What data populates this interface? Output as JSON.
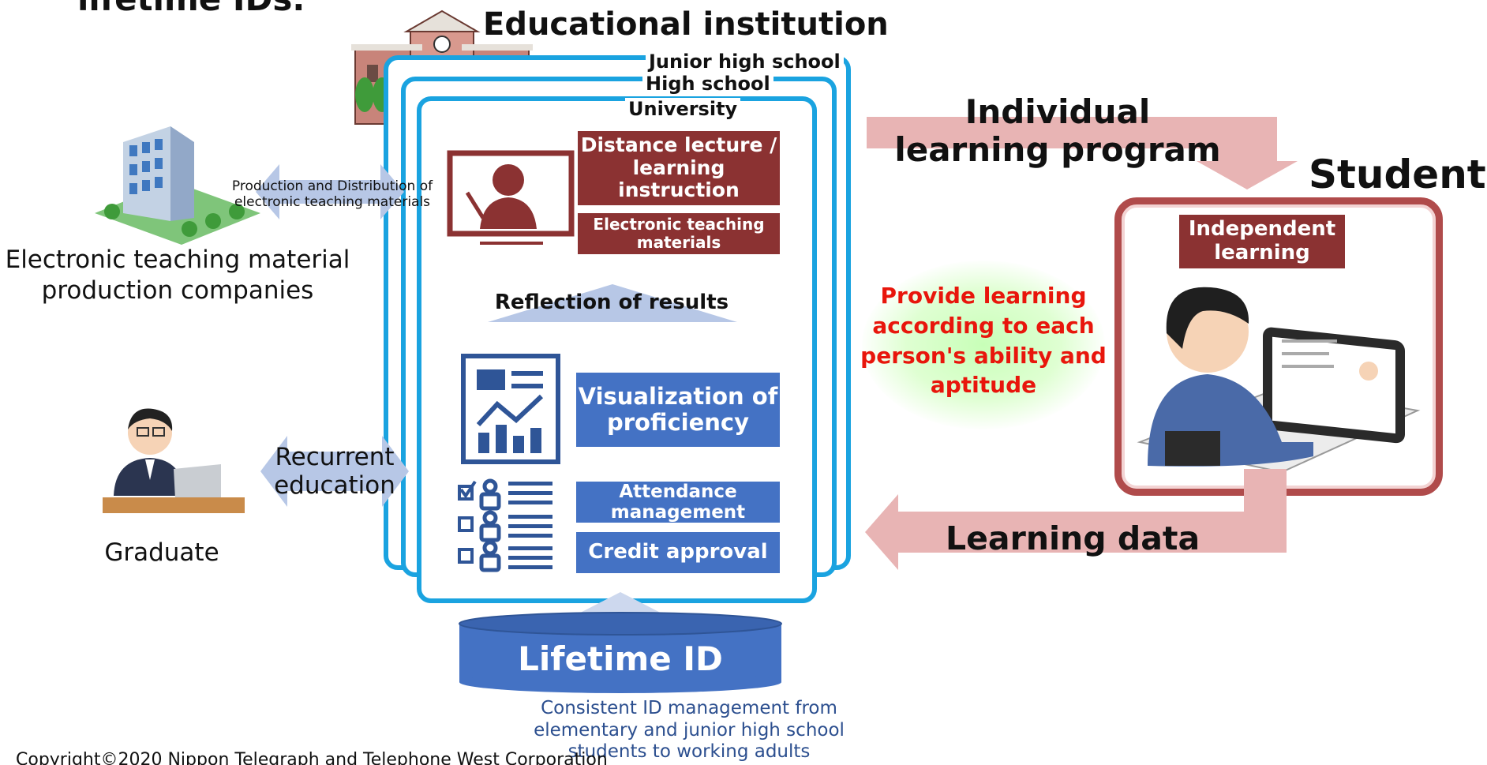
{
  "top_cut_heading": "lifetime IDs.",
  "institution": {
    "title": "Educational institution",
    "layers": [
      "Junior high school",
      "High school",
      "University"
    ]
  },
  "boxes": {
    "distance_lecture": "Distance lecture / learning instruction",
    "electronic_materials": "Electronic teaching materials",
    "reflection": "Reflection of results",
    "visualization": "Visualization of proficiency",
    "attendance": "Attendance management",
    "credit": "Credit approval"
  },
  "lifetime_id": {
    "label": "Lifetime ID",
    "caption": "Consistent ID management from elementary and junior high school students to working adults"
  },
  "companies": {
    "label": "Electronic teaching material production companies",
    "arrow_text": "Production and Distribution of electronic teaching materials"
  },
  "graduate": {
    "label": "Graduate",
    "arrow_text": "Recurrent education"
  },
  "flows": {
    "individual_program": "Individual learning program",
    "learning_data": "Learning data",
    "provide_learning": "Provide learning according to each person's ability and aptitude"
  },
  "student": {
    "title": "Student",
    "independent": "Independent learning"
  },
  "copyright": "Copyright©2020 Nippon Telegraph and Telephone West Corporation",
  "colors": {
    "maroon": "#8b3232",
    "blue": "#4472c4",
    "cyan_frame": "#1aa3e0",
    "pink_arrow": "#e8b4b4",
    "light_blue_arrow": "#b7c7e6",
    "red_text": "#e8160c"
  }
}
